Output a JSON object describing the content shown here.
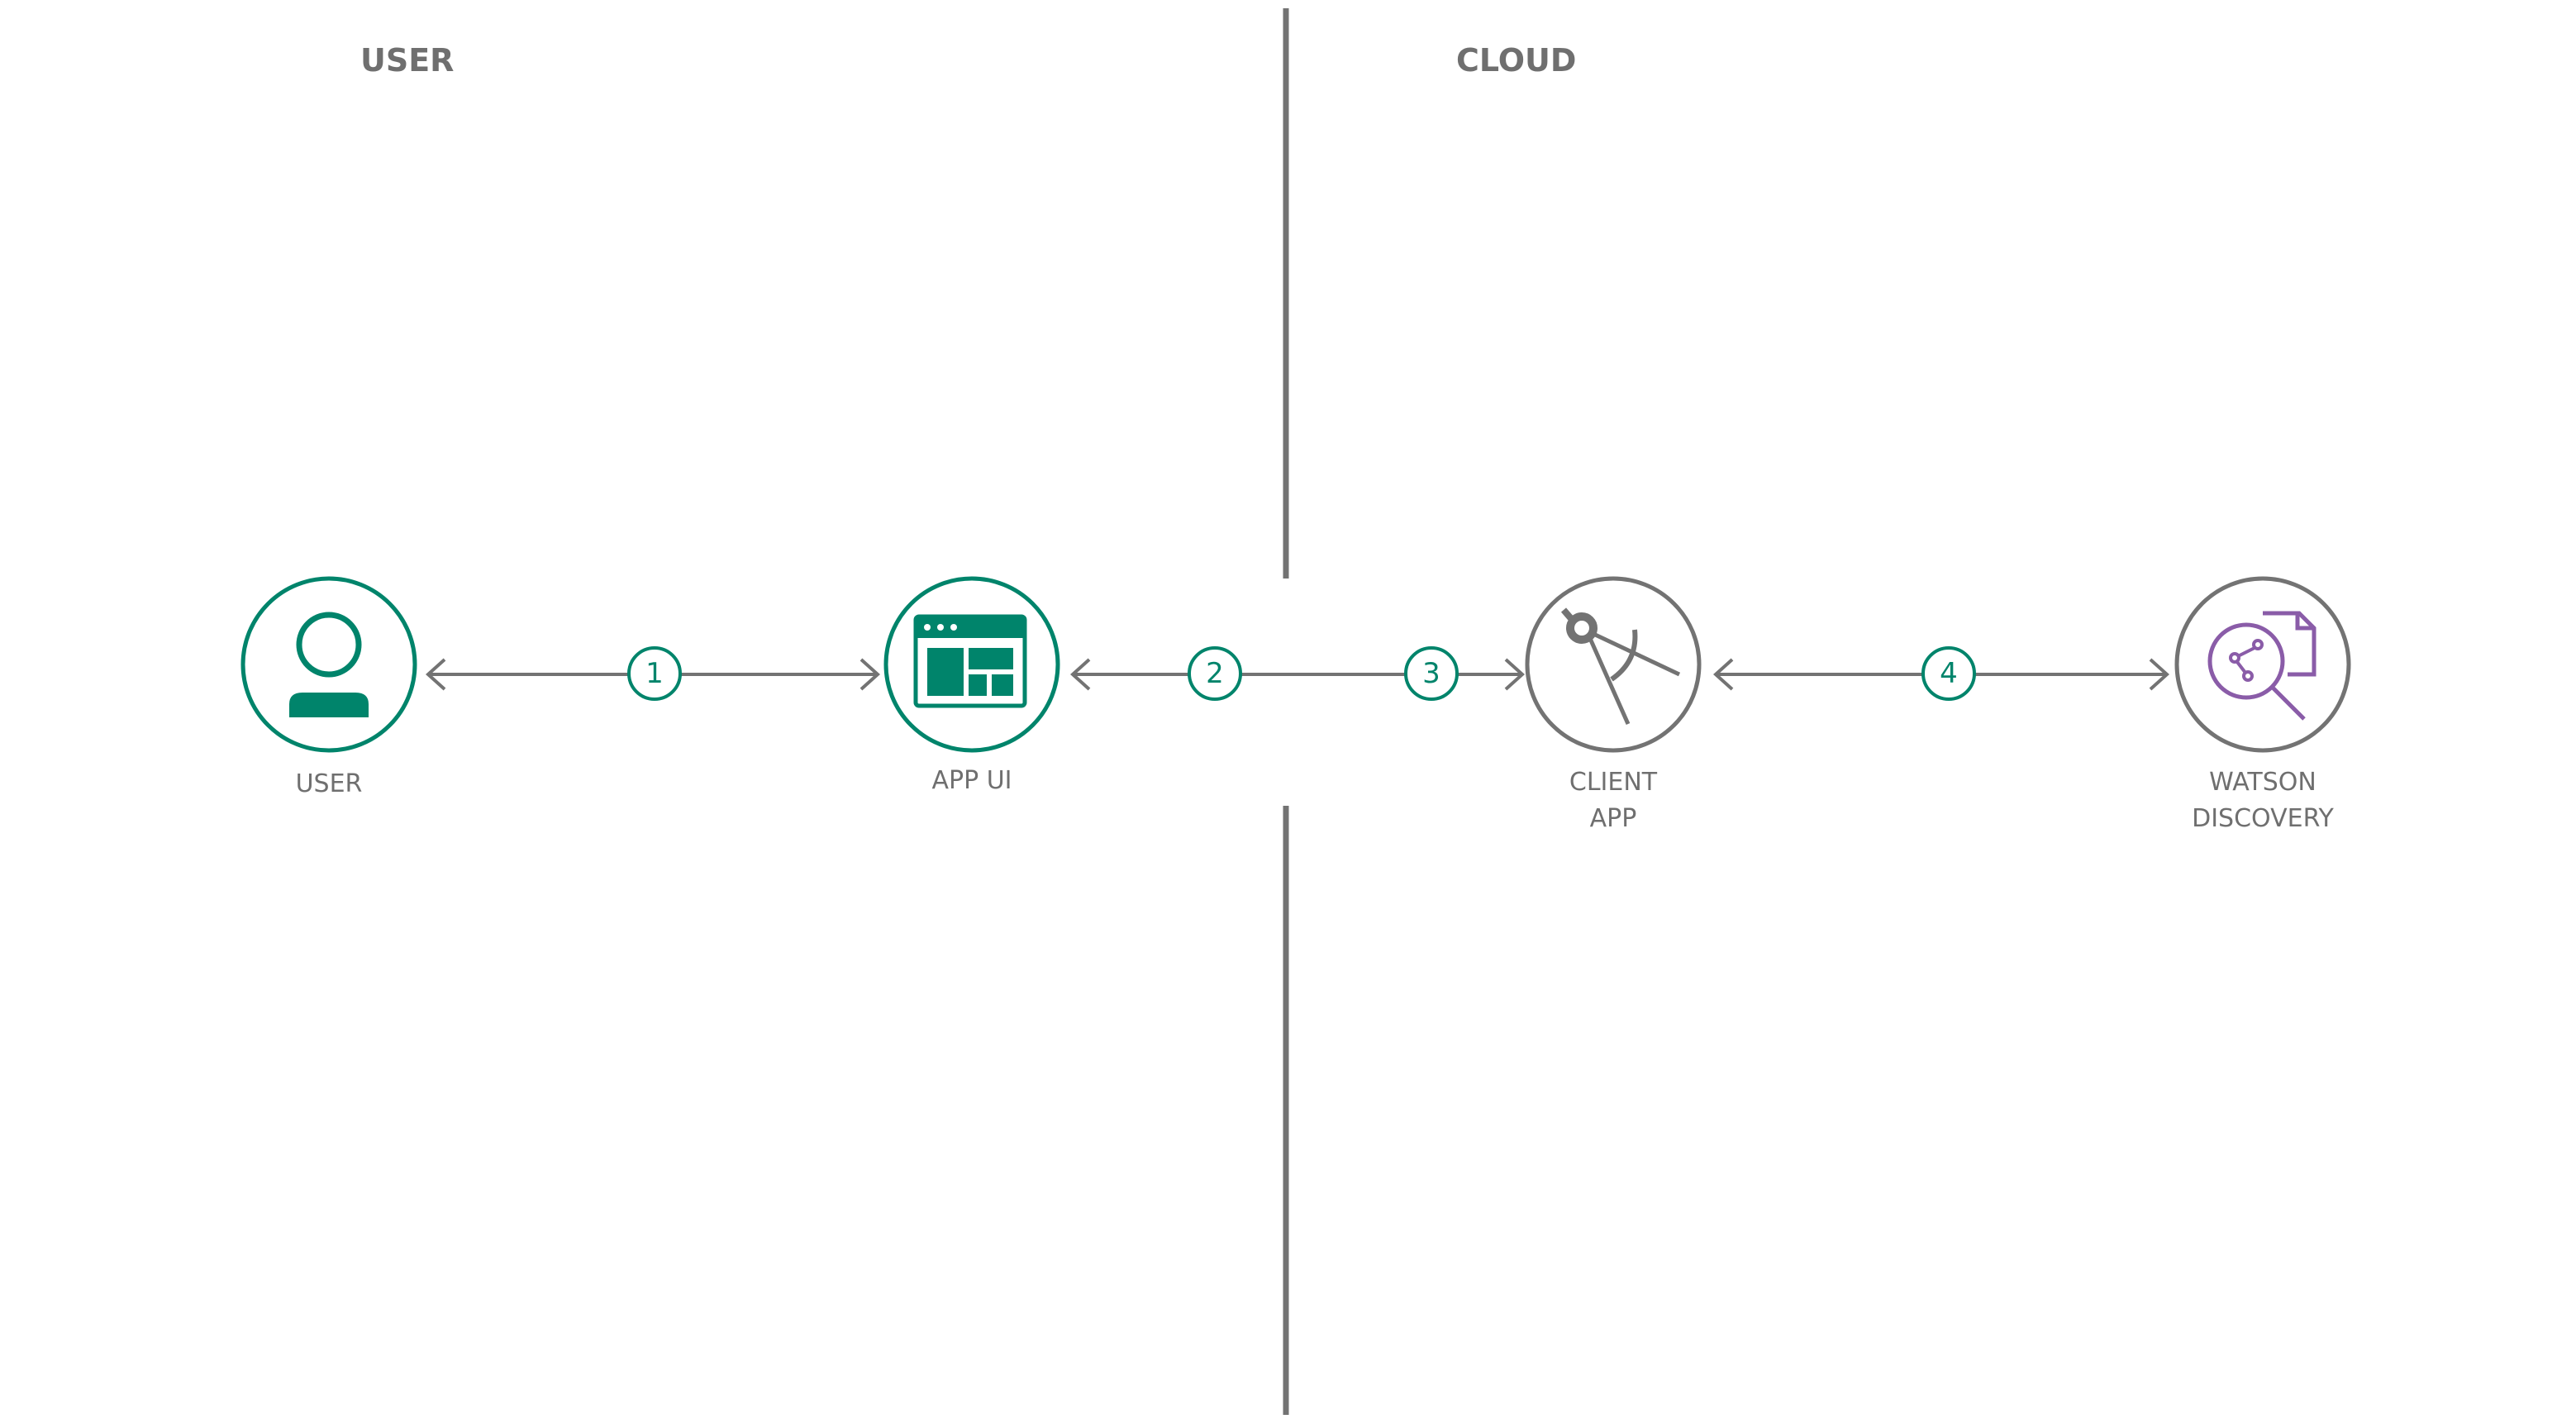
{
  "sections": {
    "left": "USER",
    "right": "CLOUD"
  },
  "nodes": [
    {
      "id": "user",
      "label_lines": [
        "USER"
      ],
      "icon": "user-icon"
    },
    {
      "id": "app-ui",
      "label_lines": [
        "APP UI"
      ],
      "icon": "browser-window-icon"
    },
    {
      "id": "client-app",
      "label_lines": [
        "CLIENT",
        "APP"
      ],
      "icon": "compass-drafting-icon"
    },
    {
      "id": "watson-discovery",
      "label_lines": [
        "WATSON",
        "DISCOVERY"
      ],
      "icon": "document-search-icon"
    }
  ],
  "steps": [
    "1",
    "2",
    "3",
    "4"
  ],
  "colors": {
    "green": "#00846b",
    "gray": "#737373",
    "purple": "#8a5ca8"
  }
}
